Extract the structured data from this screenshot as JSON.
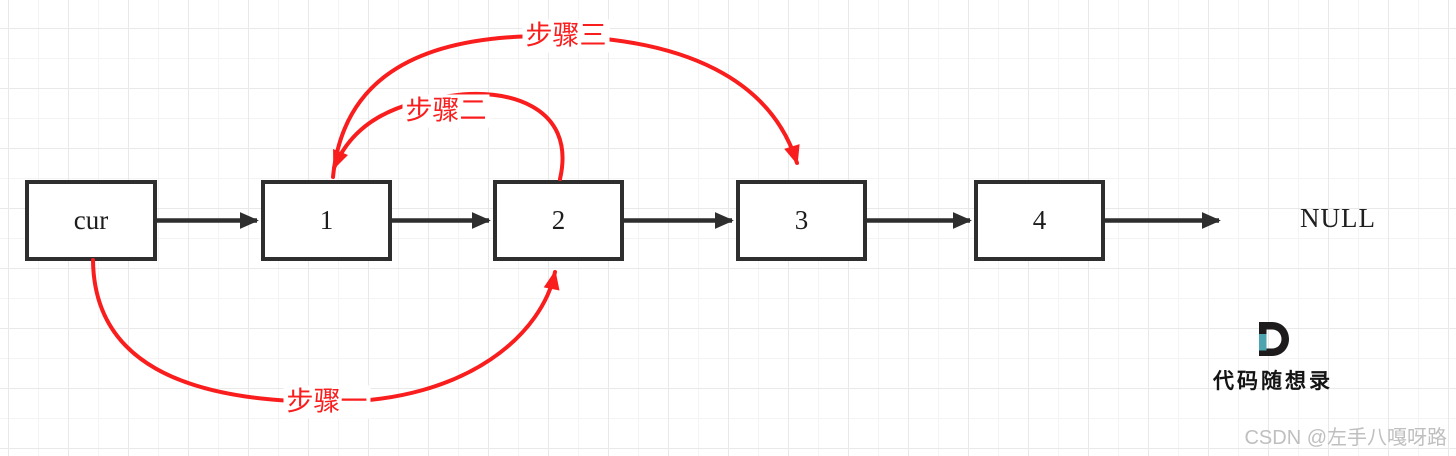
{
  "diagram": {
    "nodes": [
      {
        "label": "cur"
      },
      {
        "label": "1"
      },
      {
        "label": "2"
      },
      {
        "label": "3"
      },
      {
        "label": "4"
      }
    ],
    "terminator": "NULL",
    "steps": [
      {
        "label": "步骤一",
        "from": "cur",
        "to": "2"
      },
      {
        "label": "步骤二",
        "from": "2",
        "to": "1"
      },
      {
        "label": "步骤三",
        "from": "1",
        "to": "3"
      }
    ],
    "colors": {
      "accent_red": "#f91d1d",
      "node_border": "#2e2e2e",
      "node_fill": "#ffffff",
      "grid_minor": "#f4f4f4",
      "grid_major": "#e9e9e9"
    }
  },
  "branding": {
    "logo_letter": "D",
    "logo_teal": "#4ba4ae",
    "logo_text": "代码随想录"
  },
  "watermark": {
    "text": "CSDN @左手八嘎呀路",
    "color": "#bfbfbf"
  }
}
